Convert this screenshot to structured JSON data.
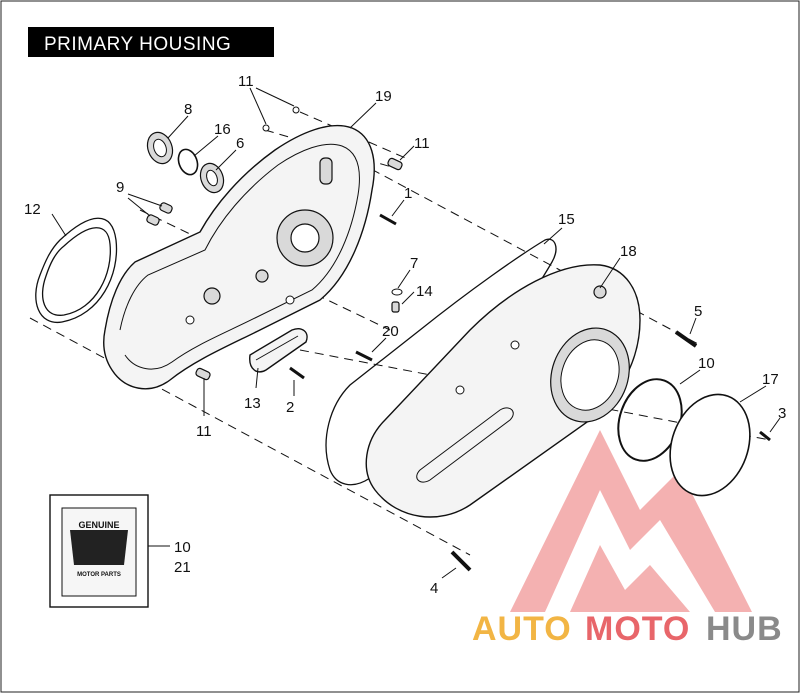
{
  "title": "PRIMARY HOUSING",
  "callouts": {
    "c1": "1",
    "c2": "2",
    "c3": "3",
    "c4": "4",
    "c5": "5",
    "c6": "6",
    "c7": "7",
    "c8": "8",
    "c9": "9",
    "c10a": "10",
    "c10b": "10",
    "c11a": "11",
    "c11b": "11",
    "c11c": "11",
    "c12": "12",
    "c13": "13",
    "c14": "14",
    "c15": "15",
    "c16": "16",
    "c17": "17",
    "c18": "18",
    "c19": "19",
    "c20": "20",
    "c21": "21"
  },
  "kit_box": {
    "logo_top": "GENUINE",
    "logo_bottom": "MOTOR PARTS"
  },
  "watermark": {
    "part1": "AUTO",
    "part2": "MOTO",
    "part3": "HUB",
    "colors": {
      "auto": "#f2b544",
      "moto": "#e8666a",
      "hub": "#8a8a8a",
      "logo": "#f19a9a"
    }
  }
}
